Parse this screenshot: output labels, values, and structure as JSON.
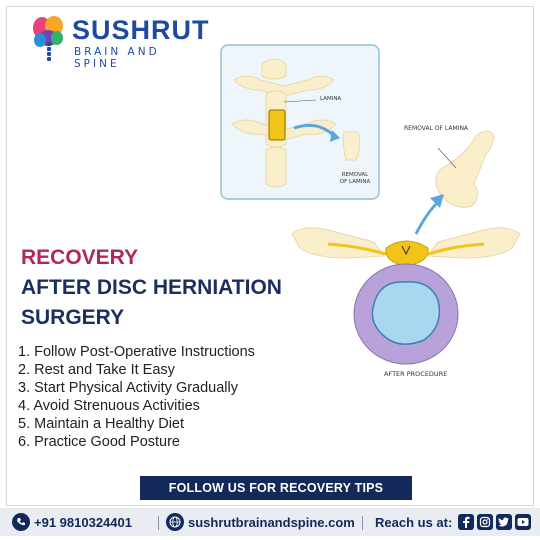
{
  "brand": {
    "name": "SUSHRUT",
    "tagline": "BRAIN AND SPINE"
  },
  "illustration": {
    "label_lamina": "LAMINA",
    "label_removal_small": "REMOVAL OF LAMINA",
    "label_removal_large": "REMOVAL OF LAMINA",
    "label_after": "AFTER PROCEDURE"
  },
  "headline": {
    "line1": "RECOVERY",
    "line2": "AFTER DISC HERNIATION",
    "line3": "SURGERY"
  },
  "tips": [
    "1. Follow Post-Operative Instructions",
    "2. Rest and Take It Easy",
    "3. Start Physical Activity Gradually",
    "4. Avoid Strenuous Activities",
    "5. Maintain a Healthy Diet",
    "6. Practice Good Posture"
  ],
  "cta": "FOLLOW US FOR RECOVERY TIPS",
  "footer": {
    "phone": "+91 9810324401",
    "website": "sushrutbrainandspine.com",
    "reach": "Reach us at:",
    "social_icons": [
      "facebook-icon",
      "instagram-icon",
      "twitter-icon",
      "youtube-icon"
    ]
  },
  "colors": {
    "brand_blue": "#1f4aa0",
    "navy": "#13295a",
    "accent_magenta": "#b2255f"
  }
}
